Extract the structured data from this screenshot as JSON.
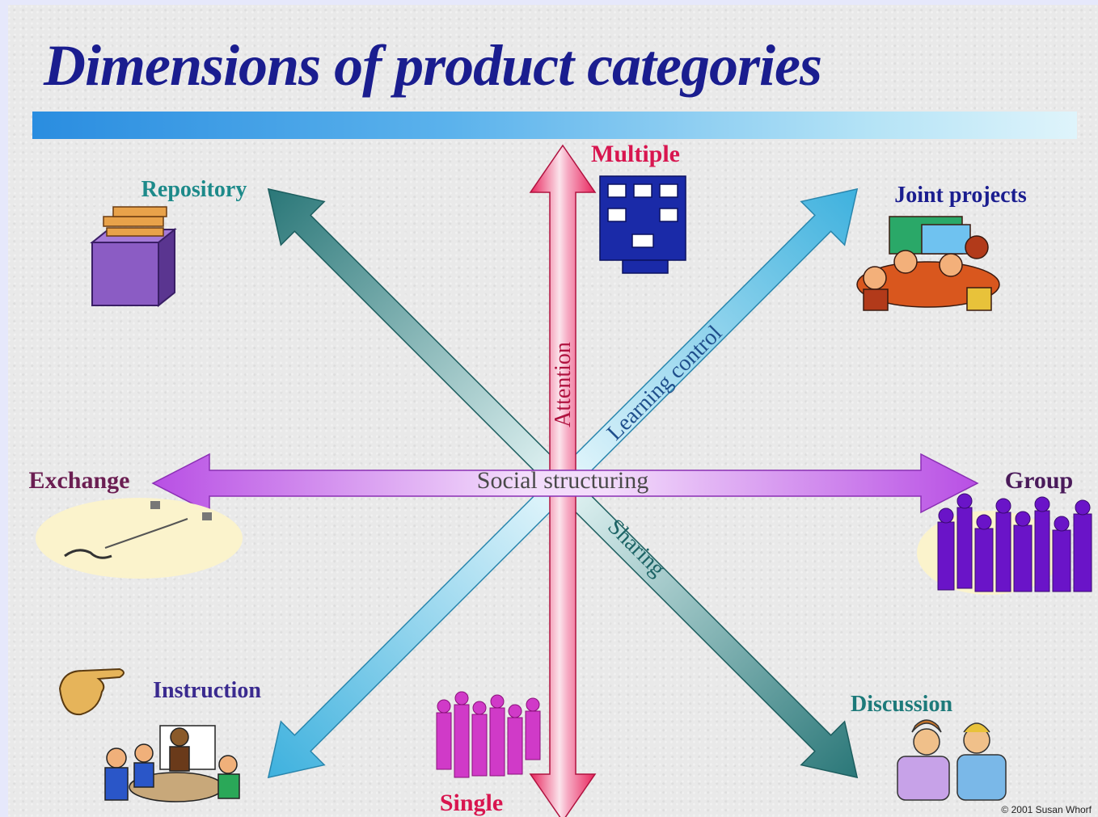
{
  "title": "Dimensions of product categories",
  "axis_labels": {
    "attention": "Attention",
    "learning_control": "Learning control",
    "social_structuring": "Social structuring",
    "sharing": "Sharing"
  },
  "endpoints": {
    "multiple": "Multiple",
    "single": "Single",
    "repository": "Repository",
    "discussion": "Discussion",
    "joint_projects": "Joint projects",
    "instruction": "Instruction",
    "exchange": "Exchange",
    "group": "Group"
  },
  "copyright": "© 2001 Susan Whorf",
  "colors": {
    "title": "#1a1d8f",
    "vertical_arrow": "#e0245e",
    "teal_arrow": "#2a7f80",
    "cyan_arrow": "#45b8e0",
    "purple_arrow": "#bb55e6"
  },
  "icons": [
    "file-box-icon",
    "team-meeting-icon",
    "workgroup-icon",
    "telephone-icon",
    "crowd-icon",
    "pointing-hand-icon",
    "classroom-icon",
    "single-people-icon",
    "conversation-icon"
  ]
}
